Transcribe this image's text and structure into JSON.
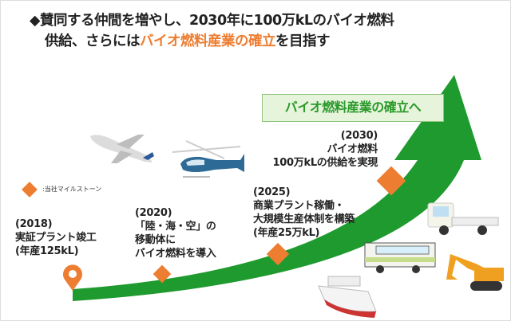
{
  "title": {
    "line1": "◆賛同する仲間を増やし、2030年に100万kLのバイオ燃料",
    "line2_pre": "供給、さらには",
    "line2_highlight": "バイオ燃料産業の確立",
    "line2_post": "を目指す"
  },
  "goal_label": "バイオ燃料産業の確立へ",
  "legend": ":当社マイルストーン",
  "milestones": [
    {
      "year": "(2018)",
      "lines": [
        "実証プラント竣工",
        "(年産125kL)"
      ]
    },
    {
      "year": "(2020)",
      "lines": [
        "「陸・海・空」の",
        "移動体に",
        "バイオ燃料を導入"
      ]
    },
    {
      "year": "(2025)",
      "lines": [
        "商業プラント稼働・",
        "大規模生産体制を構築",
        "(年産25万kL)"
      ]
    },
    {
      "year": "(2030)",
      "lines": [
        "バイオ燃料",
        "100万kLの供給を実現"
      ]
    }
  ],
  "colors": {
    "accent": "#ed7d31",
    "arrow": "#1f9a2e",
    "goal_text": "#2a9a2a"
  }
}
